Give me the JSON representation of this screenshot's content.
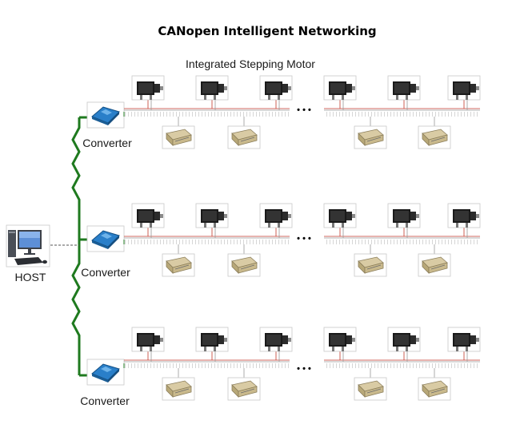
{
  "title": "CANopen Intelligent Networking",
  "motor_label": "Integrated Stepping Motor",
  "host_label": "HOST",
  "converter_label": "Converter",
  "ellipsis": "• • •",
  "colors": {
    "bus_green": "#1f7a1f",
    "can_red": "#c0392b",
    "wire_gray": "#9a9a9a",
    "device_blue": "#2a7fc9",
    "psu_tan": "#cdbb8e"
  },
  "icons": [
    "host-computer-icon",
    "converter-icon",
    "stepping-motor-icon",
    "power-supply-icon"
  ],
  "rows": [
    {
      "name": "network-row-1",
      "motors": 6,
      "power_supplies": 4
    },
    {
      "name": "network-row-2",
      "motors": 6,
      "power_supplies": 4
    },
    {
      "name": "network-row-3",
      "motors": 6,
      "power_supplies": 4
    }
  ]
}
